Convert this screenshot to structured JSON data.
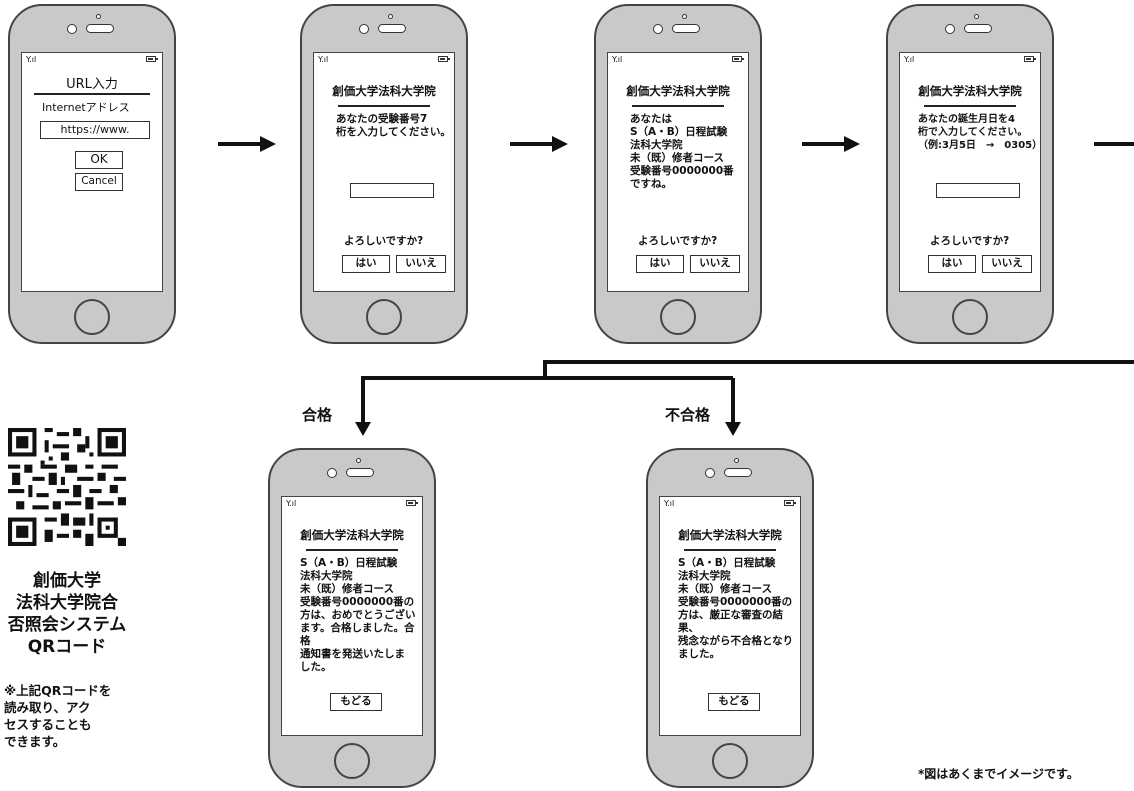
{
  "phone1": {
    "title": "URL入力",
    "address_label": "Internetアドレス",
    "url_value": "https://www.",
    "ok": "OK",
    "cancel": "Cancel"
  },
  "phone2": {
    "title": "創価大学法科大学院",
    "text": "あなたの受験番号7\n桁を入力してください。",
    "confirm": "よろしいですか?",
    "yes": "はい",
    "no": "いいえ"
  },
  "phone3": {
    "title": "創価大学法科大学院",
    "text": "あなたは\nS（A・B）日程試験\n法科大学院\n未（既）修者コース\n受験番号0000000番\nですね。",
    "confirm": "よろしいですか?",
    "yes": "はい",
    "no": "いいえ"
  },
  "phone4": {
    "title": "創価大学法科大学院",
    "text": "あなたの誕生月日を4\n桁で入力してください。\n（例:3月5日　→　0305）",
    "confirm": "よろしいですか?",
    "yes": "はい",
    "no": "いいえ"
  },
  "pass": {
    "label": "合格",
    "title": "創価大学法科大学院",
    "text": "S（A・B）日程試験\n法科大学院\n未（既）修者コース\n受験番号0000000番の\n方は、おめでとうござい\nます。合格しました。合格\n通知書を発送いたしま\nした。",
    "back": "もどる"
  },
  "fail": {
    "label": "不合格",
    "title": "創価大学法科大学院",
    "text": "S（A・B）日程試験\n法科大学院\n未（既）修者コース\n受験番号0000000番の\n方は、厳正な審査の結果、\n残念ながら不合格となり\nました。",
    "back": "もどる"
  },
  "qr": {
    "caption": "創価大学\n法科大学院合\n否照会システム\nQRコード",
    "note": "※上記QRコードを\n読み取り、アク\nセスすることも\nできます。"
  },
  "footnote": "*図はあくまでイメージです。",
  "colors": {
    "phone_body": "#c9c9c9",
    "outline": "#444444"
  }
}
